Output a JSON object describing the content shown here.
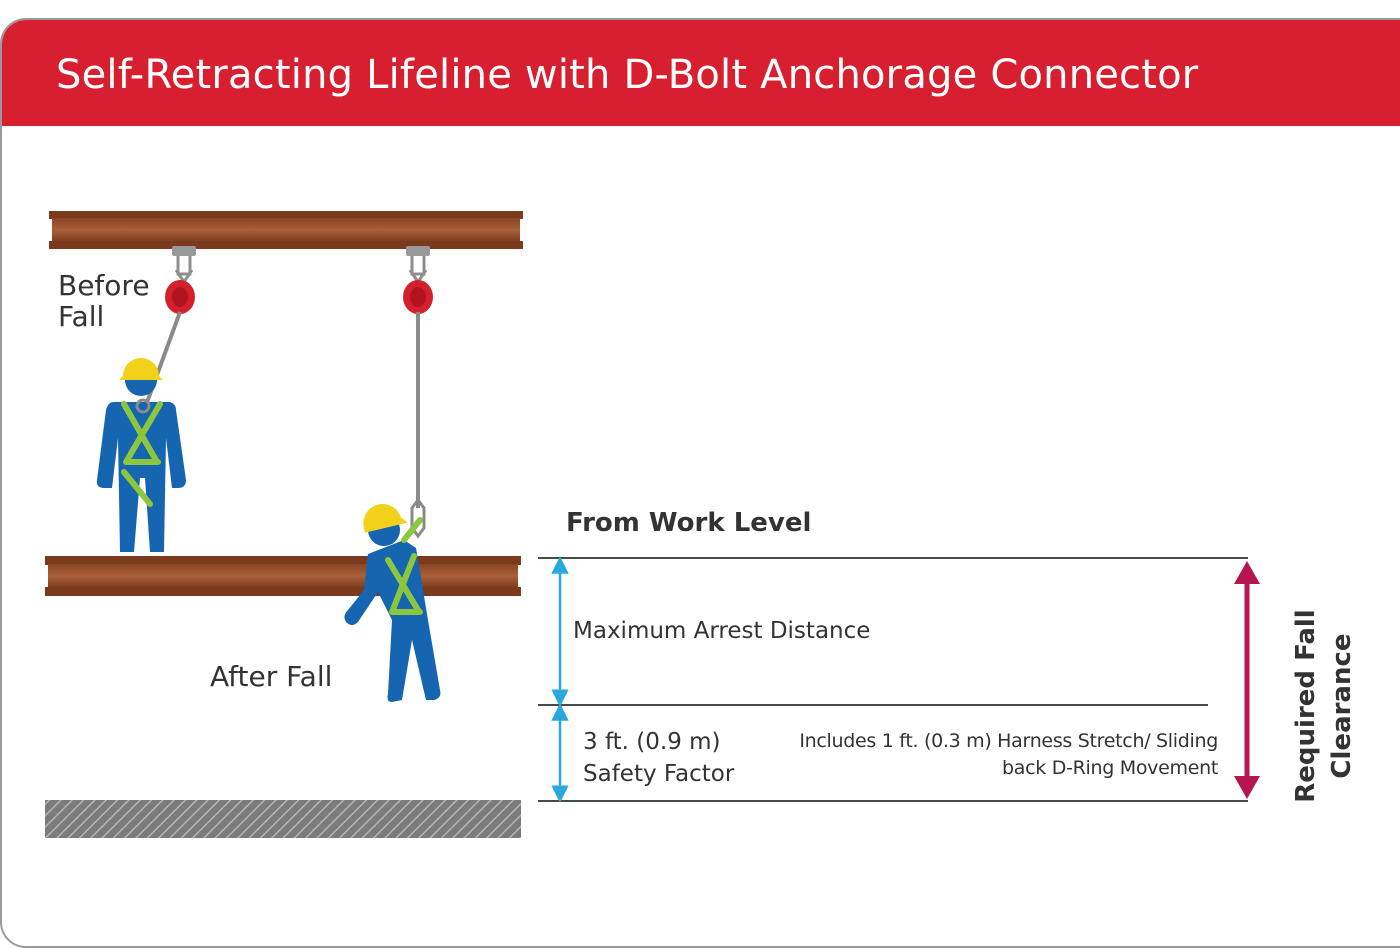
{
  "header": {
    "title": "Self-Retracting Lifeline with D-Bolt Anchorage Connector"
  },
  "labels": {
    "before_fall": "Before Fall",
    "after_fall": "After Fall",
    "from_work_level": "From Work Level",
    "maximum_arrest_distance": "Maximum Arrest Distance",
    "safety_factor": "3 ft. (0.9  m) Safety Factor",
    "harness_stretch": "Includes 1 ft. (0.3 m) Harness Stretch/ Sliding back D-Ring Movement",
    "required_fall_clearance": "Required Fall Clearance"
  },
  "colors": {
    "header_red": "#d81f2f",
    "beam_brown": "#a0522d",
    "worker_blue": "#1565b0",
    "hardhat_yellow": "#f2d11a",
    "harness_green": "#8cc63f",
    "srl_red": "#d41f2c",
    "arrow_blue": "#29a8e0",
    "arrow_magenta": "#b51651"
  },
  "icons": {
    "beam": "steel-i-beam-icon",
    "srl": "self-retracting-lifeline-icon",
    "worker": "worker-in-harness-icon",
    "ground": "hatched-ground-icon"
  }
}
